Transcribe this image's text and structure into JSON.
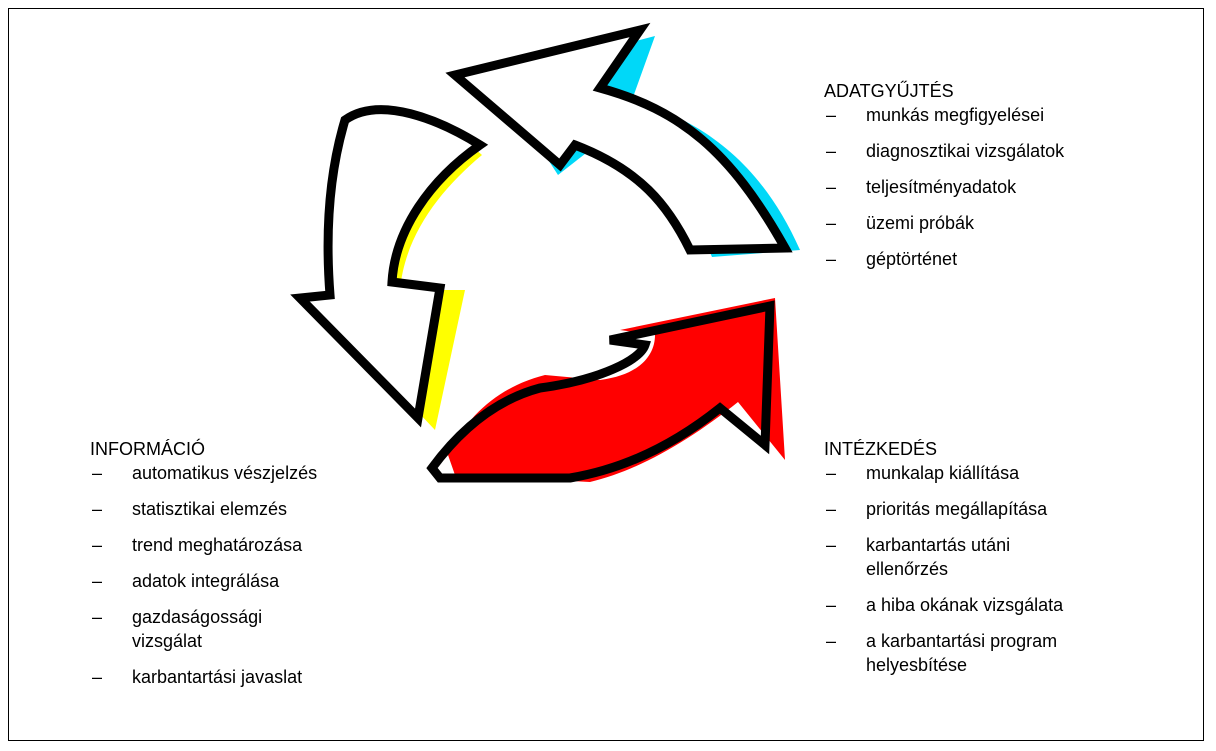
{
  "groups": {
    "adatgyujtes": {
      "title": "ADATGYŰJTÉS",
      "items": [
        "munkás megfigyelései",
        "diagnosztikai vizsgálatok",
        "teljesítményadatok",
        "üzemi próbák",
        "géptörténet"
      ]
    },
    "intezkedes": {
      "title": "INTÉZKEDÉS",
      "items": [
        "munkalap kiállítása",
        "prioritás megállapítása",
        "karbantartás utáni ellenőrzés",
        "a hiba okának vizsgálata",
        "a karbantartási program helyesbítése"
      ]
    },
    "informacio": {
      "title": "INFORMÁCIÓ",
      "items": [
        "automatikus vészjelzés",
        "statisztikai elemzés",
        "trend meghatározása",
        "adatok integrálása",
        "gazdaságossági vizsgálat",
        "karbantartási javaslat"
      ]
    }
  },
  "bullet": "–",
  "colors": {
    "cyan": "#00d8f8",
    "red": "#ff0000",
    "yellow": "#ffff00",
    "outline": "#000000"
  }
}
